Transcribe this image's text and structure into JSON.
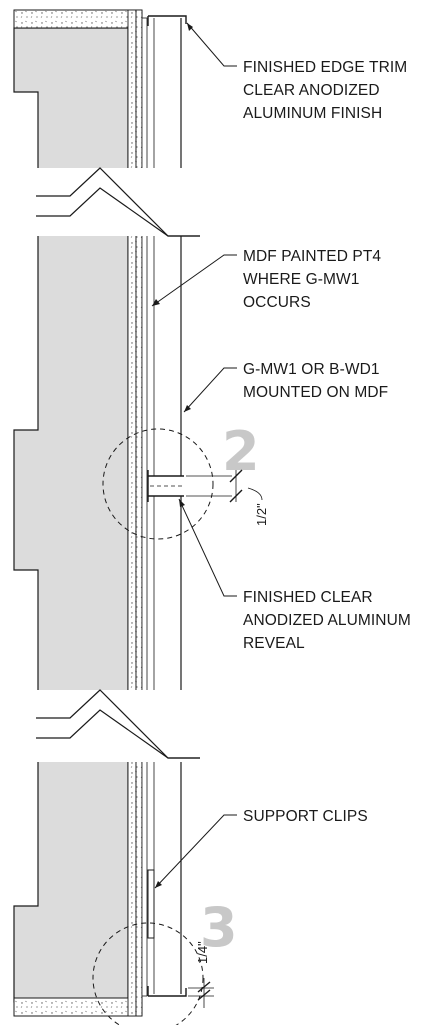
{
  "notes": {
    "edge_trim": [
      "FINISHED EDGE TRIM",
      "CLEAR ANODIZED",
      "ALUMINUM FINISH"
    ],
    "mdf": [
      "MDF PAINTED PT4",
      "WHERE G-MW1",
      "OCCURS"
    ],
    "mounted": [
      "G-MW1 OR B-WD1",
      "MOUNTED ON MDF"
    ],
    "reveal": [
      "FINISHED CLEAR",
      "ANODIZED ALUMINUM",
      "REVEAL"
    ],
    "clips": [
      "SUPPORT CLIPS"
    ]
  },
  "dimensions": {
    "reveal_gap": "1/2\"",
    "trim_gap": "1/4\""
  },
  "detail_callouts": {
    "reveal_detail": "2",
    "trim_detail": "3"
  },
  "colors": {
    "line": "#1a1a1a",
    "wall_fill": "#dcdcdc",
    "callout": "#c8c8c8"
  }
}
